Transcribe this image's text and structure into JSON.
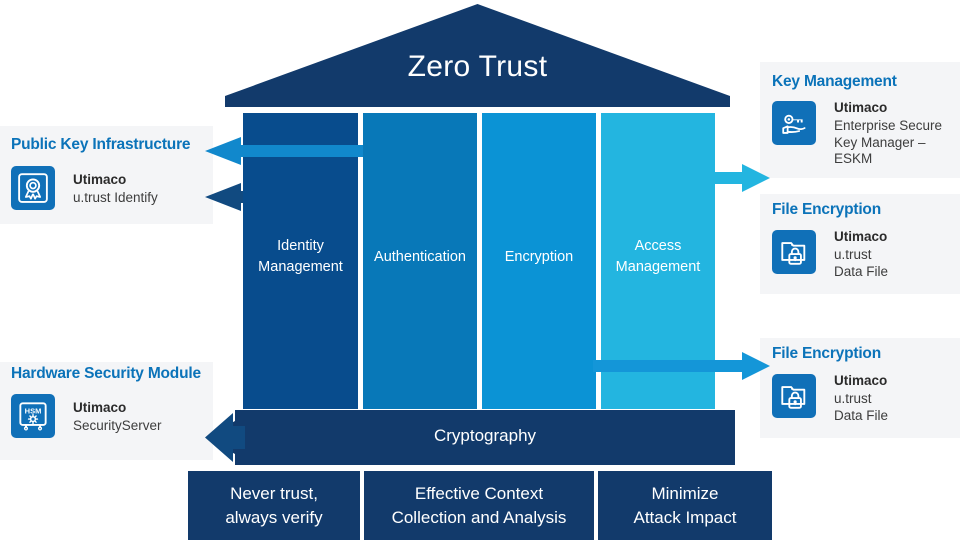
{
  "diagram": {
    "roof": {
      "label": "Zero Trust"
    },
    "base": {
      "label": "Cryptography"
    },
    "pillars": [
      {
        "label": "Identity\nManagement",
        "color": "#084c8d"
      },
      {
        "label": "Authentication",
        "color": "#0878b8"
      },
      {
        "label": "Encryption",
        "color": "#0b93d5"
      },
      {
        "label": "Access\nManagement",
        "color": "#23b5e0"
      }
    ],
    "principles": [
      {
        "label": "Never trust,\nalways verify"
      },
      {
        "label": "Effective Context\nCollection and Analysis"
      },
      {
        "label": "Minimize\nAttack Impact"
      }
    ]
  },
  "left_panels": [
    {
      "title": "Public Key Infrastructure",
      "icon": "certificate-badge-icon",
      "brand": "Utimaco",
      "product": "u.trust Identify"
    },
    {
      "title": "Hardware Security Module",
      "icon": "hsm-safe-icon",
      "brand": "Utimaco",
      "product": "SecurityServer"
    }
  ],
  "right_panels": [
    {
      "title": "Key Management",
      "icon": "key-in-hand-icon",
      "brand": "Utimaco",
      "product": "Enterprise Secure\nKey Manager –\nESKM"
    },
    {
      "title": "File Encryption",
      "icon": "folder-lock-icon",
      "brand": "Utimaco",
      "product": "u.trust\nData File"
    },
    {
      "title": "File Encryption",
      "icon": "folder-lock-icon",
      "brand": "Utimaco",
      "product": "u.trust\nData File"
    }
  ],
  "colors": {
    "navy": "#123a6b",
    "roof": "#123a6b",
    "title_blue": "#0b73b9",
    "icon_blue": "#1070b8",
    "panel_bg": "#f4f5f7",
    "arrow_light": "#1188cc",
    "arrow_dark": "#114a80",
    "arrow_cyan": "#23b5e0",
    "arrow_mid": "#1496d8"
  },
  "icon_text": {
    "hsm": "HSM"
  }
}
